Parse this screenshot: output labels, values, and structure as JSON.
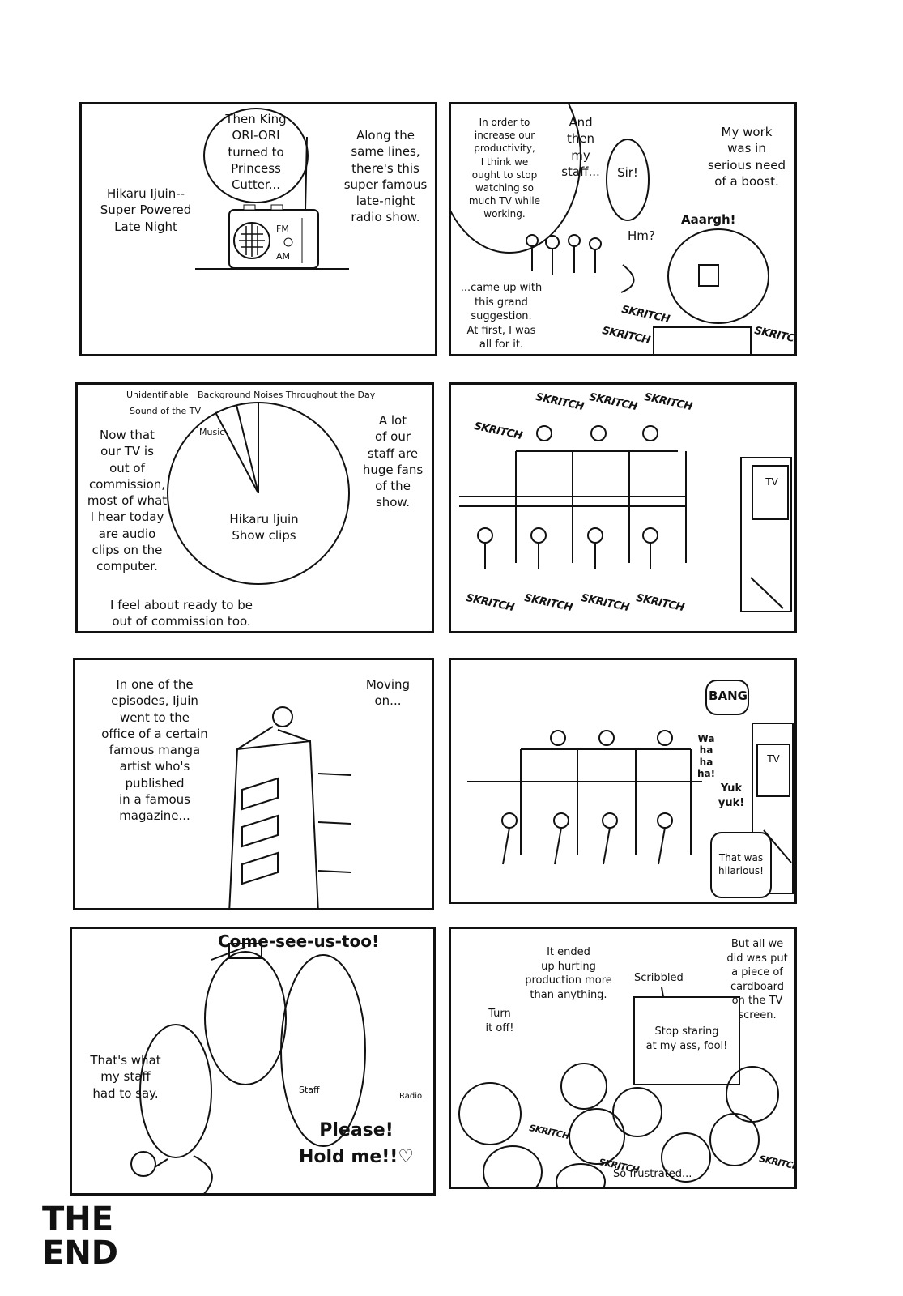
{
  "panels": {
    "p1": {
      "bubble": "Then King\nORI-ORI\nturned to\nPrincess\nCutter...",
      "left_caption": "Hikaru Ijuin--\nSuper Powered\nLate Night",
      "right_caption": "Along the\nsame lines,\nthere's this\nsuper famous\nlate-night\nradio show.",
      "radio_fm": "FM",
      "radio_am": "AM"
    },
    "p2": {
      "bubble_left": "In order to\nincrease our\nproductivity,\nI think we\nought to stop\nwatching so\nmuch TV while\nworking.",
      "and_then": "And\nthen\nmy\nstaff...",
      "sir": "Sir!",
      "top_right": "My work\nwas in\nserious need\nof a boost.",
      "hm": "Hm?",
      "aaargh": "Aaargh!",
      "bottom_caption": "...came up with\nthis grand\nsuggestion.\nAt first, I was\nall for it.",
      "sfx": "SKRITCH"
    },
    "p3": {
      "label_unidentifiable": "Unidentifiable",
      "label_background": "Background Noises Throughout the Day",
      "label_tv": "Sound of the TV",
      "label_music": "Music",
      "label_main": "Hikaru Ijuin\nShow clips",
      "left_caption": "Now that\nour TV is\nout of\ncommission,\nmost of what\nI hear today\nare audio\nclips on the\ncomputer.",
      "right_caption": "A lot\nof our\nstaff are\nhuge fans\nof the\nshow.",
      "bottom_caption": "I feel about ready to be\nout of commission too."
    },
    "p4": {
      "sfx": "SKRITCH",
      "tv": "TV"
    },
    "p5": {
      "left_caption": "In one of the\nepisodes, Ijuin\nwent to the\noffice of a certain\nfamous manga\nartist who's\npublished\nin a famous\nmagazine...",
      "right_caption": "Moving\non..."
    },
    "p6": {
      "bang": "BANG",
      "waha": "Wa\nha\nha\nha!",
      "yuk": "Yuk\nyuk!",
      "hilarious": "That was\nhilarious!",
      "tv": "TV"
    },
    "p7": {
      "title": "Come-see-us-too!",
      "left_caption": "That's what\nmy staff\nhad to say.",
      "staff_tag": "Staff",
      "radio_tag": "Radio",
      "please": "Please!\nHold me!!♡"
    },
    "p8": {
      "caption_mid": "It ended\nup hurting\nproduction more\nthan anything.",
      "caption_right": "But all we\ndid was put\na piece of\ncardboard\non the TV\nscreen.",
      "scribbled": "Scribbled",
      "screen_text": "Stop staring\nat my ass, fool!",
      "turn_off": "Turn\nit off!",
      "frustrated": "So frustrated...",
      "sfx": "SKRITCH"
    }
  },
  "the_end": "THE\nEND"
}
